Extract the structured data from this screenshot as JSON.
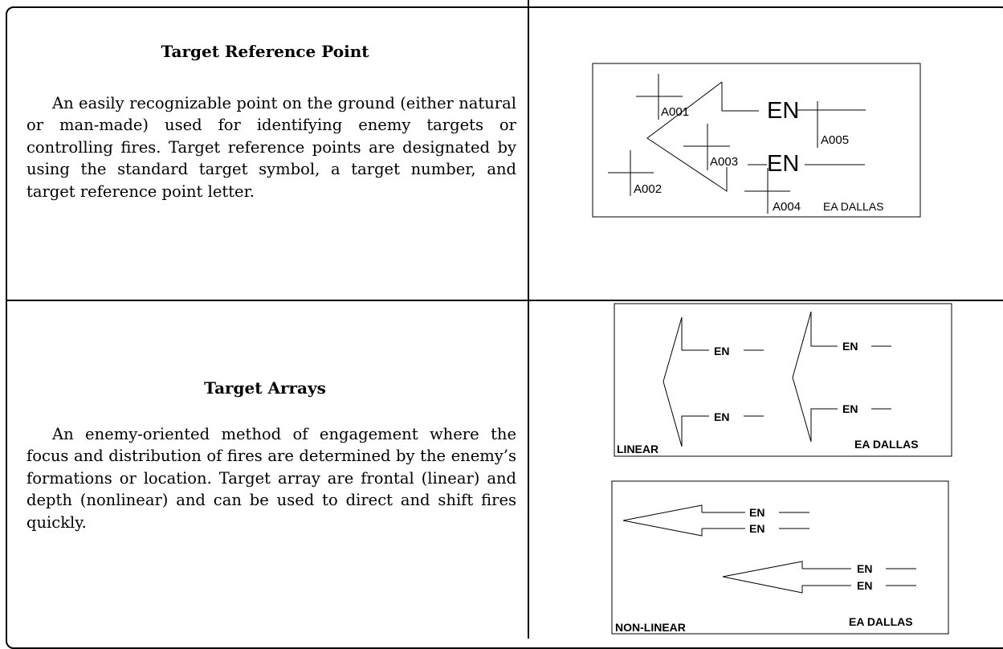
{
  "sections": [
    {
      "heading": "Target Reference Point",
      "body": "An easily recognizable point on the ground (either natural or man-made) used for identifying enemy targets or controlling fires.  Target reference points are designated by using the standard target symbol, a target number, and target reference point letter."
    },
    {
      "heading": "Target Arrays",
      "body": "An enemy-oriented method of engagement where the focus and distribution of fires are determined by the enemy’s formations or location. Target array are frontal (linear) and depth (nonlinear) and can be used to direct and shift fires quickly."
    }
  ],
  "figures": {
    "trp": {
      "targets": [
        "A001",
        "A002",
        "A003",
        "A004",
        "A005"
      ],
      "enemy": "EN",
      "engagement_area": "EA DALLAS"
    },
    "linear": {
      "label": "LINEAR",
      "enemy": "EN",
      "engagement_area": "EA DALLAS"
    },
    "nonlinear": {
      "label": "NON-LINEAR",
      "enemy": "EN",
      "engagement_area": "EA DALLAS"
    }
  }
}
